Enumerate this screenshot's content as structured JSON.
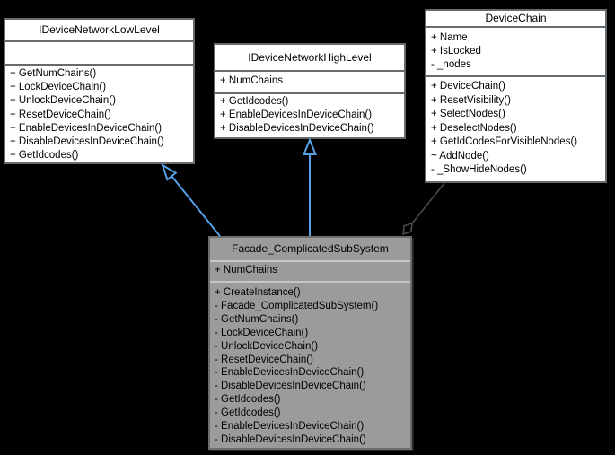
{
  "diagram": {
    "classes": {
      "low_level": {
        "name": "IDeviceNetworkLowLevel",
        "attributes": [],
        "methods": [
          "+ GetNumChains()",
          "+ LockDeviceChain()",
          "+ UnlockDeviceChain()",
          "+ ResetDeviceChain()",
          "+ EnableDevicesInDeviceChain()",
          "+ DisableDevicesInDeviceChain()",
          "+ GetIdcodes()"
        ]
      },
      "high_level": {
        "name": "IDeviceNetworkHighLevel",
        "attributes": [
          "+ NumChains"
        ],
        "methods": [
          "+ GetIdcodes()",
          "+ EnableDevicesInDeviceChain()",
          "+ DisableDevicesInDeviceChain()"
        ]
      },
      "device_chain": {
        "name": "DeviceChain",
        "attributes": [
          "+ Name",
          "+ IsLocked",
          "- _nodes"
        ],
        "methods": [
          "+ DeviceChain()",
          "+ ResetVisibility()",
          "+ SelectNodes()",
          "+ DeselectNodes()",
          "+ GetIdCodesForVisibleNodes()",
          "~ AddNode()",
          "- _ShowHideNodes()"
        ]
      },
      "facade": {
        "name": "Facade_ComplicatedSubSystem",
        "attributes": [
          "+ NumChains"
        ],
        "methods": [
          "+ CreateInstance()",
          "- Facade_ComplicatedSubSystem()",
          "- GetNumChains()",
          "- LockDeviceChain()",
          "- UnlockDeviceChain()",
          "- ResetDeviceChain()",
          "- EnableDevicesInDeviceChain()",
          "- DisableDevicesInDeviceChain()",
          "- GetIdcodes()",
          "- GetIdcodes()",
          "- EnableDevicesInDeviceChain()",
          "- DisableDevicesInDeviceChain()"
        ]
      }
    },
    "relations": [
      {
        "from": "Facade_ComplicatedSubSystem",
        "to": "IDeviceNetworkLowLevel",
        "type": "realization"
      },
      {
        "from": "Facade_ComplicatedSubSystem",
        "to": "IDeviceNetworkHighLevel",
        "type": "realization"
      },
      {
        "from": "Facade_ComplicatedSubSystem",
        "to": "DeviceChain",
        "type": "aggregation"
      }
    ],
    "colors": {
      "background": "#000000",
      "class_fill": "#ffffff",
      "class_border": "#666b6f",
      "facade_fill": "#9b9b9b",
      "facade_divider": "#c6c6c6",
      "realization_arrow": "#55a1e6",
      "aggregation_line": "#4a4a4a",
      "text": "#000000"
    }
  }
}
